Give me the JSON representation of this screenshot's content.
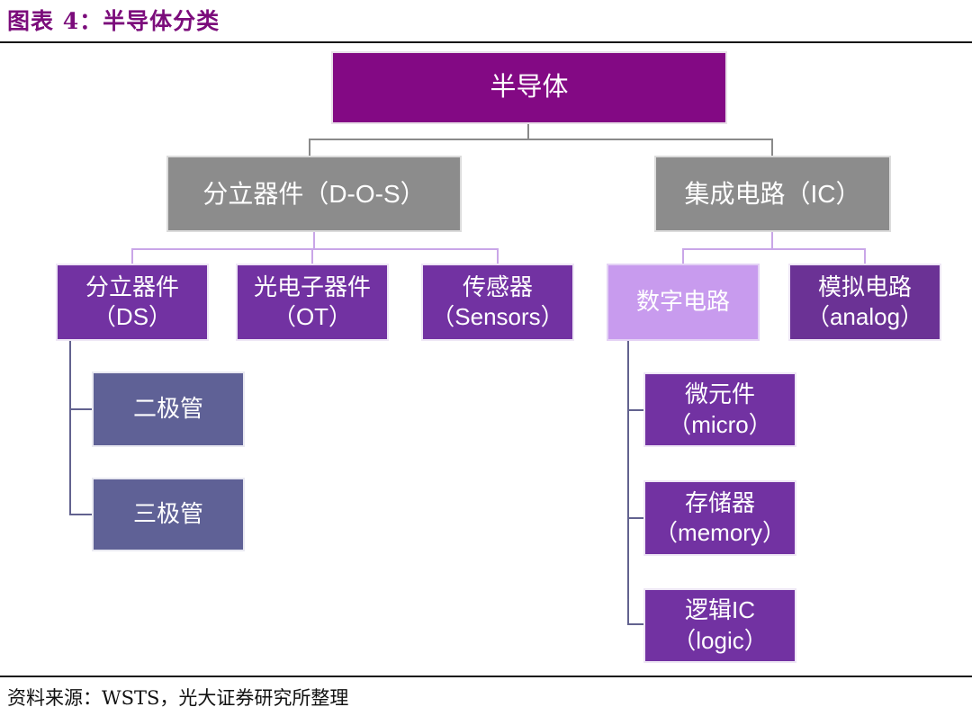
{
  "title": "图表 4：半导体分类",
  "source": "资料来源：WSTS，光大证券研究所整理",
  "nodes": {
    "root": "半导体",
    "dos": "分立器件（D-O-S）",
    "ic": "集成电路（IC）",
    "ds": "分立器件\n（DS）",
    "ot": "光电子器件\n（OT）",
    "sensors": "传感器\n（Sensors）",
    "digital": "数字电路",
    "analog": "模拟电路\n（analog）",
    "diode": "二极管",
    "triode": "三极管",
    "micro": "微元件\n（micro）",
    "memory": "存储器\n（memory）",
    "logic": "逻辑IC\n（logic）"
  },
  "colors": {
    "title_color": "#7B0C7B",
    "root_box": "#830984",
    "group_box": "#8C8C8C",
    "purple_box": "#7232A2",
    "analog_box": "#6B3295",
    "light_purple_box": "#C89BEE",
    "slate_box": "#5F6196",
    "connector_gray": "#8A8A8A",
    "connector_lavender": "#C9A6E8",
    "connector_slate": "#62628F",
    "rule_color": "#151515"
  },
  "hierarchy_note": {
    "root_children": [
      "分立器件（D-O-S）",
      "集成电路（IC）"
    ],
    "dos_children": [
      "分立器件（DS）",
      "光电子器件（OT）",
      "传感器（Sensors）"
    ],
    "ds_children": [
      "二极管",
      "三极管"
    ],
    "ic_children": [
      "数字电路",
      "模拟电路（analog）"
    ],
    "digital_children": [
      "微元件（micro）",
      "存储器（memory）",
      "逻辑IC（logic）"
    ]
  }
}
